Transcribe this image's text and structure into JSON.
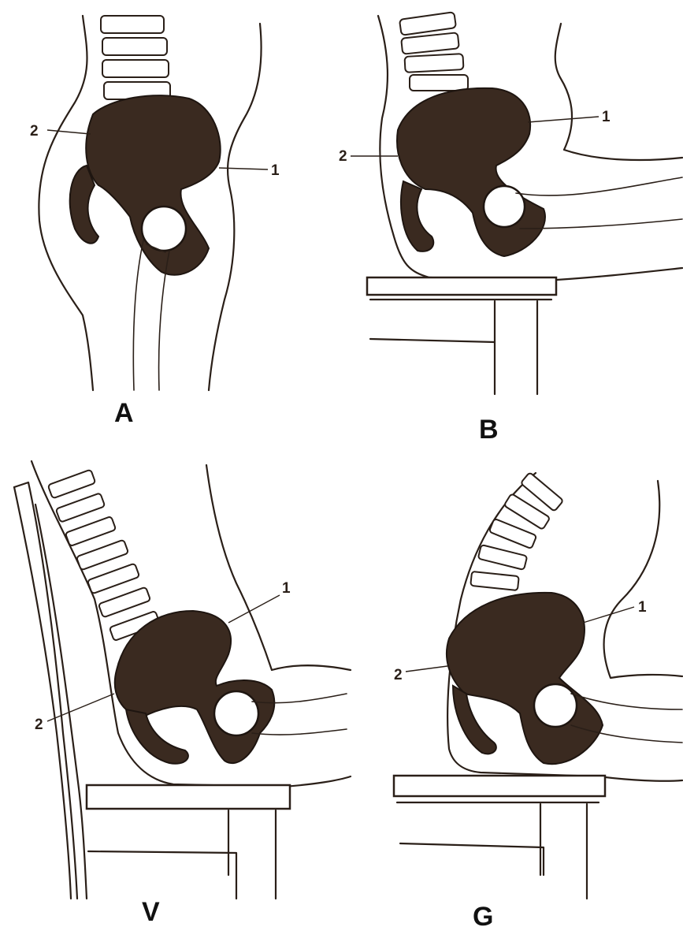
{
  "panels": [
    {
      "letter": "A",
      "label_1": "1",
      "label_2": "2"
    },
    {
      "letter": "B",
      "label_1": "1",
      "label_2": "2"
    },
    {
      "letter": "V",
      "label_1": "1",
      "label_2": "2"
    },
    {
      "letter": "G",
      "label_1": "1",
      "label_2": "2"
    }
  ],
  "colors": {
    "ink": "#2a1f18",
    "bone": "#3a2a20",
    "background": "#ffffff"
  }
}
